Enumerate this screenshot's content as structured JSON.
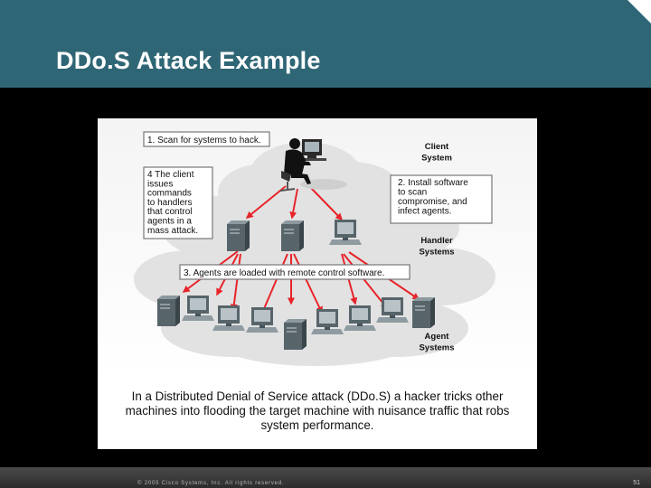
{
  "slide": {
    "title": "DDo.S Attack Example",
    "copyright": "© 2005 Cisco Systems, Inc. All rights reserved.",
    "page_number": "51"
  },
  "diagram": {
    "labels": {
      "client": [
        "Client",
        "System"
      ],
      "handler": [
        "Handler",
        "Systems"
      ],
      "agent": [
        "Agent",
        "Systems"
      ]
    },
    "steps": {
      "step1": [
        "1. Scan for systems to hack."
      ],
      "step2": [
        "2. Install software",
        "to scan",
        "compromise, and",
        "infect agents."
      ],
      "step3": [
        "3. Agents are loaded with remote control software."
      ],
      "step4": [
        "4  The client",
        "issues",
        "commands",
        "to handlers",
        "that control",
        "agents in a",
        "mass attack."
      ]
    },
    "caption": "In a Distributed Denial of Service attack (DDo.S) a hacker tricks other machines into flooding the target machine with nuisance traffic that robs system performance."
  },
  "colors": {
    "header": "#2f6676",
    "arrow": "#e8242a",
    "cloud": "#e2e2e2",
    "computer": "#57656b"
  },
  "icons": [
    "hacker-icon",
    "server-icon",
    "desktop-icon"
  ]
}
